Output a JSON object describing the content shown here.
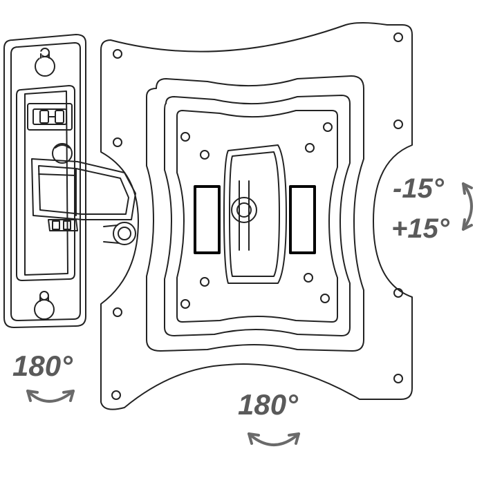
{
  "labels": {
    "rotation_left": "180°",
    "rotation_bottom": "180°",
    "tilt_up": "-15°",
    "tilt_down": "+15°"
  },
  "colors": {
    "line": "#222222",
    "label": "#5a5a5a",
    "arrow": "#6a6a6a",
    "callout": "#000000"
  },
  "icons": {
    "rotation_arrow": "curved-double-arrow",
    "tilt_arrow": "curved-vertical-double-arrow"
  }
}
